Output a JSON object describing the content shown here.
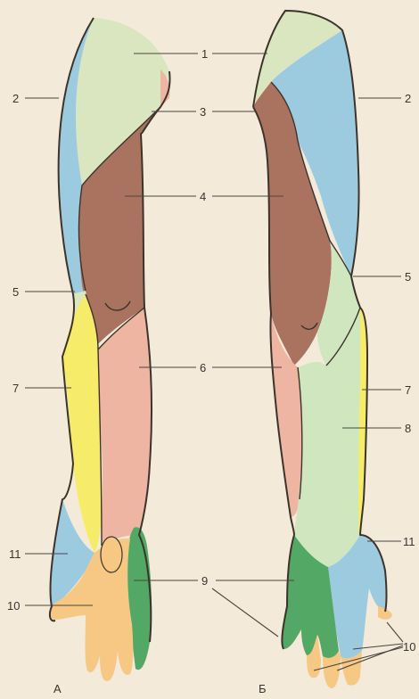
{
  "colors": {
    "paper": "#f3ead9",
    "pale_green": "#d9e6c0",
    "blue": "#9ccbe0",
    "brown": "#a9735f",
    "pink": "#efb5a3",
    "yellow": "#f7ec6a",
    "light_green": "#cfe6bf",
    "green": "#52a864",
    "orange": "#f7c884",
    "outline": "#3c342c"
  },
  "views": {
    "a": {
      "caption": "А"
    },
    "b": {
      "caption": "Б"
    }
  },
  "labels": {
    "n1": "1",
    "n2_left": "2",
    "n2_right": "2",
    "n3": "3",
    "n4": "4",
    "n5_left": "5",
    "n5_right": "5",
    "n6": "6",
    "n7_left": "7",
    "n7_right": "7",
    "n8": "8",
    "n9": "9",
    "n10_left": "10",
    "n10_right": "10",
    "n11_left": "11",
    "n11_right": "11"
  }
}
